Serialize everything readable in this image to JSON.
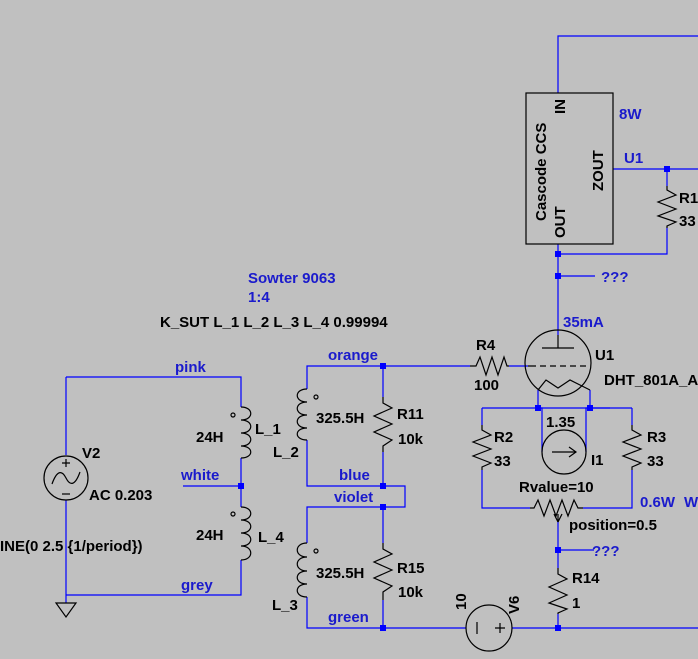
{
  "colors": {
    "background": "#c0c0c0",
    "wire": "#0000ff",
    "component": "#000000",
    "net_label": "#1a1acc"
  },
  "transformer": {
    "model": "Sowter 9063",
    "ratio": "1:4",
    "coupling": "K_SUT L_1 L_2 L_3 L_4 0.99994"
  },
  "nets": {
    "pink": "pink",
    "white": "white",
    "grey": "grey",
    "orange": "orange",
    "blue": "blue",
    "violet": "violet",
    "green": "green",
    "u1": "U1",
    "unknown_top": "???",
    "unknown_bottom": "???"
  },
  "components": {
    "v2_name": "V2",
    "v2_value": "AC 0.203",
    "v2_source": "INE(0 2.5 {1/period})",
    "l1_name": "L_1",
    "l1_value": "24H",
    "l4_name": "L_4",
    "l4_value": "24H",
    "l2_name": "L_2",
    "l2_value": "325.5H",
    "l3_name": "L_3",
    "l3_value": "325.5H",
    "r11_name": "R11",
    "r11_value": "10k",
    "r15_name": "R15",
    "r15_value": "10k",
    "r4_name": "R4",
    "r4_value": "100",
    "r2_name": "R2",
    "r2_value": "33",
    "r3_name": "R3",
    "r3_value": "33",
    "i1_name": "I1",
    "i1_value": "1.35",
    "pot_value": "Rvalue=10",
    "pot_position": "position=0.5",
    "pot_power": "0.6W",
    "pot_power_extra": "W",
    "r14_name": "R14",
    "r14_value": "1",
    "v6_name": "V6",
    "v6_value": "10",
    "tube_name": "U1",
    "tube_model": "DHT_801A_A",
    "tube_current": "35mA",
    "r1_name": "R1",
    "r1_value": "33"
  },
  "ccs": {
    "title": "Cascode CCS",
    "pin_in": "IN",
    "pin_zout": "ZOUT",
    "pin_out": "OUT",
    "power": "8W"
  }
}
